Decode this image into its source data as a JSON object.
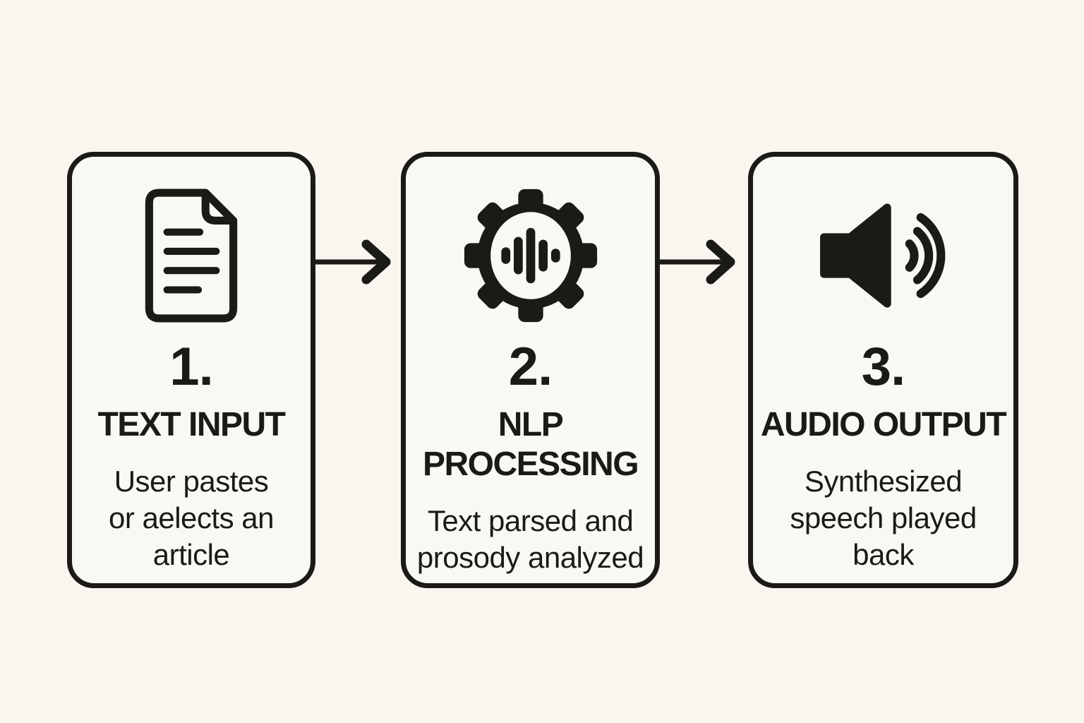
{
  "colors": {
    "background": "#f8f6ef",
    "card_background": "#faf8f2",
    "ink": "#1b1a17"
  },
  "steps": [
    {
      "icon": "document-icon",
      "number": "1.",
      "title_lines": [
        "TEXT INPUT"
      ],
      "desc_lines": [
        "User pastes",
        "or aelects an",
        "article"
      ]
    },
    {
      "icon": "gear-waveform-icon",
      "number": "2.",
      "title_lines": [
        "NLP",
        "PROCESSING"
      ],
      "desc_lines": [
        "Text parsed and",
        "prosody analyzed"
      ]
    },
    {
      "icon": "speaker-icon",
      "number": "3.",
      "title_lines": [
        "AUDIO OUTPUT"
      ],
      "desc_lines": [
        "Synthesized",
        "speech played",
        "back"
      ]
    }
  ],
  "connectors": [
    {
      "icon": "arrow-right-icon"
    },
    {
      "icon": "arrow-right-icon"
    }
  ]
}
